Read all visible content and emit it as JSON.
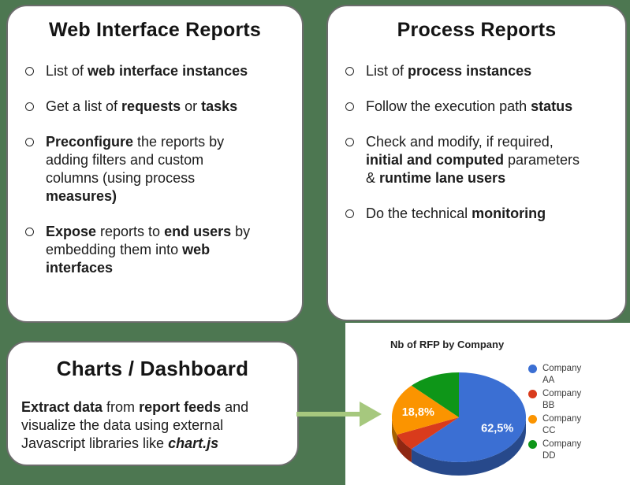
{
  "slide": {
    "background_color": "#4d7751",
    "panel_border_color": "#6c6c6c",
    "arrow_color": "#a6c87e"
  },
  "boxes": {
    "web": {
      "title": "Web Interface Reports",
      "bullets": [
        [
          {
            "t": "List of "
          },
          {
            "t": "web interface instances",
            "b": true
          }
        ],
        [
          {
            "t": "Get a list of "
          },
          {
            "t": "requests",
            "b": true
          },
          {
            "t": " or "
          },
          {
            "t": "tasks",
            "b": true
          }
        ],
        [
          {
            "t": "Preconfigure",
            "b": true
          },
          {
            "t": " the reports by",
            "br": true
          },
          {
            "t": "adding filters and custom",
            "br": true
          },
          {
            "t": "columns (using process",
            "br": true
          },
          {
            "t": "measures)",
            "b": true
          }
        ],
        [
          {
            "t": "Expose",
            "b": true
          },
          {
            "t": " reports to "
          },
          {
            "t": "end users",
            "b": true
          },
          {
            "t": " by",
            "br": true
          },
          {
            "t": "embedding them into "
          },
          {
            "t": "web",
            "b": true,
            "br": true
          },
          {
            "t": "interfaces",
            "b": true
          }
        ]
      ]
    },
    "process": {
      "title": "Process Reports",
      "bullets": [
        [
          {
            "t": "List of "
          },
          {
            "t": "process instances",
            "b": true
          }
        ],
        [
          {
            "t": "Follow the execution path "
          },
          {
            "t": "status",
            "b": true
          }
        ],
        [
          {
            "t": "Check and modify, if required,",
            "br": true
          },
          {
            "t": "initial and computed",
            "b": true
          },
          {
            "t": " parameters",
            "br": true
          },
          {
            "t": "& "
          },
          {
            "t": "runtime lane users",
            "b": true
          }
        ],
        [
          {
            "t": "Do the technical "
          },
          {
            "t": "monitoring",
            "b": true
          }
        ]
      ]
    },
    "charts": {
      "title": "Charts / Dashboard",
      "paragraph": [
        {
          "t": "Extract data",
          "b": true
        },
        {
          "t": " from "
        },
        {
          "t": "report feeds",
          "b": true
        },
        {
          "t": " and",
          "br": true
        },
        {
          "t": "visualize the data using external",
          "br": true
        },
        {
          "t": "Javascript libraries like "
        },
        {
          "t": "chart.js",
          "b": true,
          "i": true
        }
      ]
    }
  },
  "chart_data": {
    "type": "pie",
    "is3d": true,
    "title": "Nb of RFP by Company",
    "legend_position": "right",
    "series": [
      {
        "label": "Company AA",
        "value": 62.5,
        "color": "#3b6fd3",
        "display_label": "62,5%"
      },
      {
        "label": "Company BB",
        "value": 6.2,
        "color": "#d93b1c",
        "display_label": ""
      },
      {
        "label": "Company CC",
        "value": 18.8,
        "color": "#fb9400",
        "display_label": "18,8%"
      },
      {
        "label": "Company DD",
        "value": 12.5,
        "color": "#0e9618",
        "display_label": ""
      }
    ]
  }
}
